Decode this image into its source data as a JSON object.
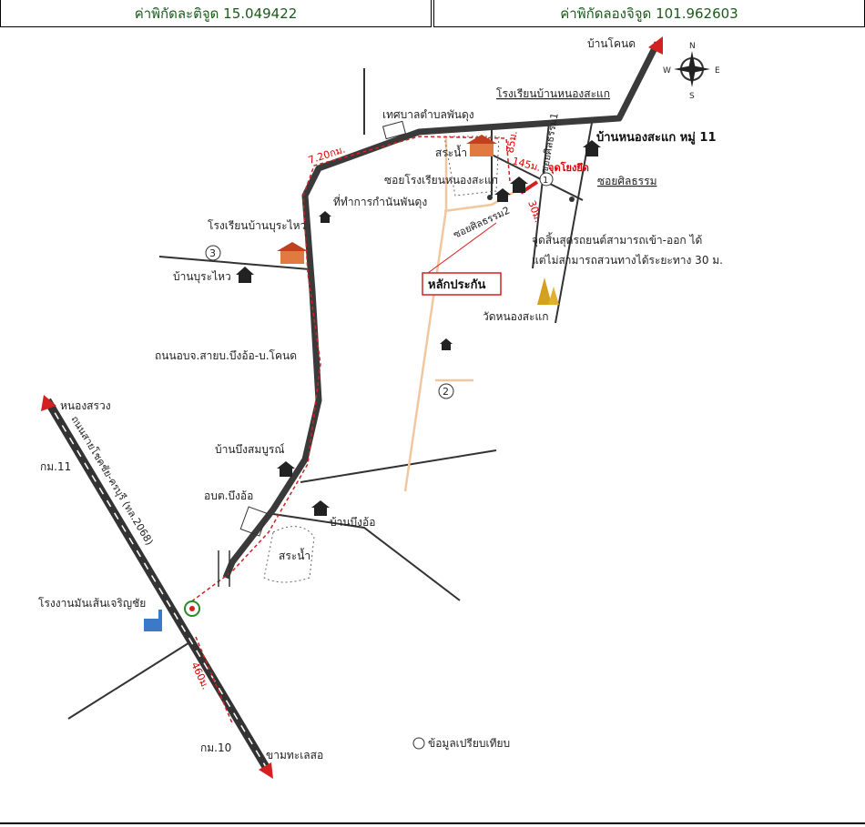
{
  "header": {
    "latitude_label": "ค่าพิกัดละติจูด",
    "latitude_value": "15.049422",
    "longitude_label": "ค่าพิกัดลองจิจูด",
    "longitude_value": "101.962603"
  },
  "compass": {
    "n": "N",
    "s": "S",
    "e": "E",
    "w": "W"
  },
  "places": {
    "ban_khonod": "บ้านโคนด",
    "school_nongsakae": "โรงเรียนบ้านหนองสะแก",
    "tessaban": "เทศบาลตำบลพันดุง",
    "pond_top": "สระน้ำ",
    "ban_nongsakae": "บ้านหนองสะแก หมู่ 11",
    "soi_school": "ซอยโรงเรียนหนองสะแก",
    "soi_sinlatham": "ซอยศิลธรรม",
    "soi_sinlatham1": "ซอยศิลธรรม1",
    "soi_sinlatham2": "ซอยศิลธรรม2",
    "kamnan_office": "ที่ทำการกำนันพันดุง",
    "school_burawai": "โรงเรียนบ้านบุระไหว",
    "ban_burawai": "บ้านบุระไหว",
    "collateral": "หลักประกัน",
    "end_note_1": "จุดสิ้นสุดรถยนต์สามารถเข้า-ออก ได้",
    "end_note_2": "แต่ไม่สามารถสวนทางได้ระยะทาง 30 ม.",
    "wat_nongsakae": "วัดหนองสะแก",
    "road_name": "ถนนอบจ.สายบ.บึงอ้อ-บ.โคนด",
    "ban_bungsomboon": "บ้านบึงสมบูรณ์",
    "nongsuang": "หนองสรวง",
    "highway_name": "ถนนสายโชคชัย-ครบุรี (ทล.2068)",
    "km11": "กม.11",
    "obt_bungor": "อบต.บึงอ้อ",
    "ban_bungor": "บ้านบึงอ้อ",
    "pond_bottom": "สระน้ำ",
    "factory": "โรงงานมันเส้นเจริญชัย",
    "km10": "กม.10",
    "kham_thale_so": "ขามทะเลสอ",
    "comparison": "ข้อมูลเปรียบเทียบ",
    "num1": "1",
    "num2": "2",
    "num3": "3"
  },
  "distances": {
    "d720": "7.20กม.",
    "d85": "85ม.",
    "d145": "145ม.",
    "d30": "30ม.",
    "d460": "460ม.",
    "control_point": "จุดโยงยึด"
  },
  "colors": {
    "road_main": "#3a3a3a",
    "road_minor": "#333333",
    "road_local": "#f0c8a0",
    "route": "#d42020",
    "header_text": "#1a5a1a",
    "arrow": "#d42020"
  }
}
